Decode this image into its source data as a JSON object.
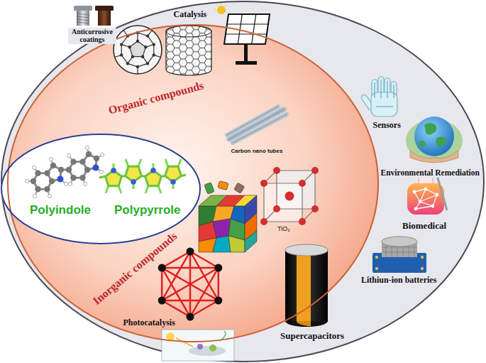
{
  "diagram": {
    "nodes": [
      {
        "text": [
          "Organic compounds",
          "Inorganic compounds"
        ]
      },
      {
        "text": [
          "Polyindole",
          "Polypyrrole"
        ],
        "in": 0
      }
    ],
    "labels": [
      "Anticorrosive coatings",
      "Catalysis",
      "Sensors",
      "Environmental Remediation",
      "Biomedical",
      "Lithiun-ion batteries",
      "Supercapacitors",
      "Photocatalysis",
      "Carbon nano tubes",
      "TiO₂"
    ]
  }
}
